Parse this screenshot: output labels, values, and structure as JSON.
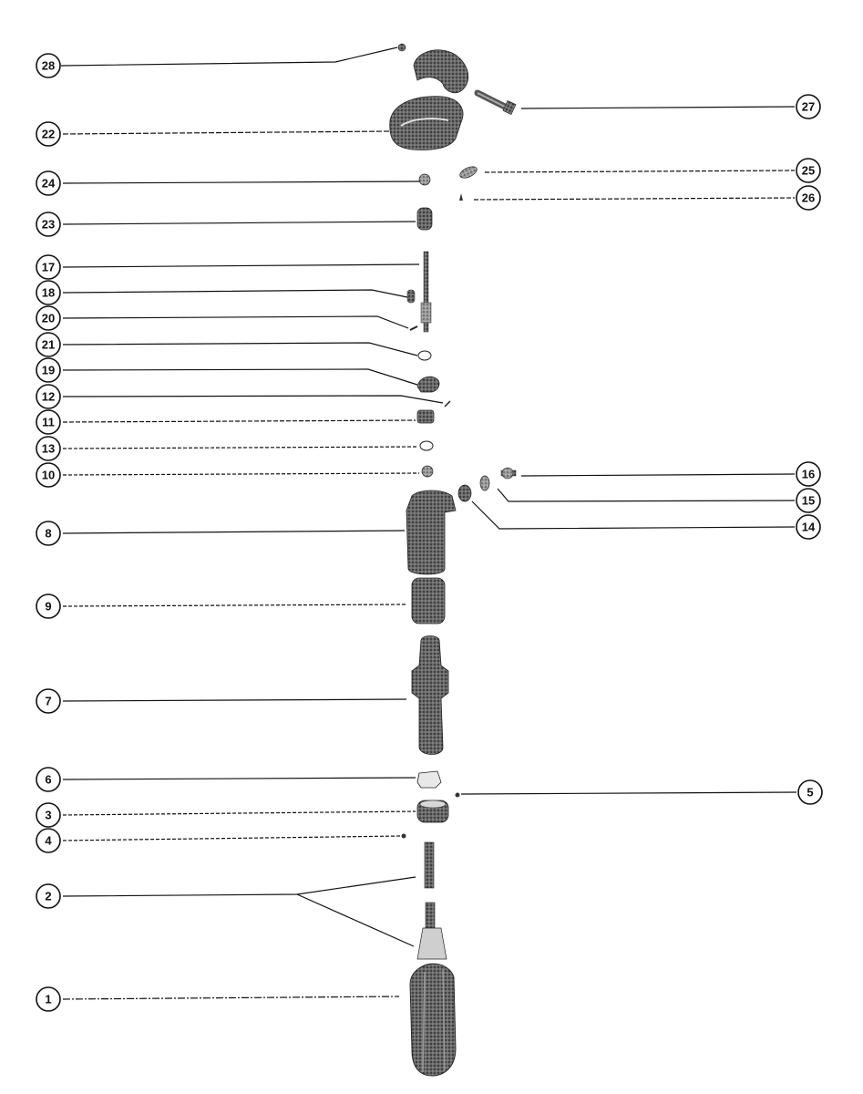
{
  "diagram": {
    "callouts": [
      {
        "label": "28"
      },
      {
        "label": "22"
      },
      {
        "label": "24"
      },
      {
        "label": "23"
      },
      {
        "label": "17"
      },
      {
        "label": "18"
      },
      {
        "label": "20"
      },
      {
        "label": "21"
      },
      {
        "label": "19"
      },
      {
        "label": "12"
      },
      {
        "label": "11"
      },
      {
        "label": "13"
      },
      {
        "label": "10"
      },
      {
        "label": "8"
      },
      {
        "label": "9"
      },
      {
        "label": "7"
      },
      {
        "label": "6"
      },
      {
        "label": "3"
      },
      {
        "label": "4"
      },
      {
        "label": "2"
      },
      {
        "label": "1"
      },
      {
        "label": "27"
      },
      {
        "label": "25"
      },
      {
        "label": "26"
      },
      {
        "label": "16"
      },
      {
        "label": "15"
      },
      {
        "label": "14"
      },
      {
        "label": "5"
      }
    ],
    "colors": {
      "ink": "#111111",
      "part_dark": "#3a3a3a",
      "part_mid": "#6e6e6e",
      "part_light": "#b8b8b8"
    }
  }
}
